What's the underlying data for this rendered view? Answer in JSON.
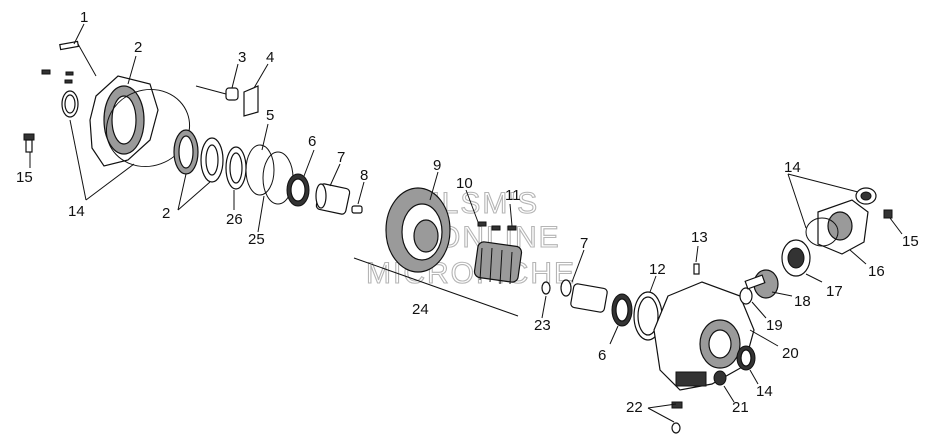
{
  "watermark": {
    "line1": "ULSM'S",
    "line2": "ONLINE",
    "line3": "MICROFICHE"
  },
  "callouts": {
    "c1": "1",
    "c2a": "2",
    "c2b": "2",
    "c3": "3",
    "c4": "4",
    "c5": "5",
    "c6a": "6",
    "c6b": "6",
    "c7a": "7",
    "c7b": "7",
    "c8": "8",
    "c9": "9",
    "c10": "10",
    "c11": "11",
    "c12": "12",
    "c13": "13",
    "c14a": "14",
    "c14b": "14",
    "c14c": "14",
    "c15a": "15",
    "c15b": "15",
    "c16": "16",
    "c17": "17",
    "c18": "18",
    "c19": "19",
    "c20": "20",
    "c21": "21",
    "c22": "22",
    "c23": "23",
    "c24": "24",
    "c25": "25",
    "c26": "26"
  }
}
